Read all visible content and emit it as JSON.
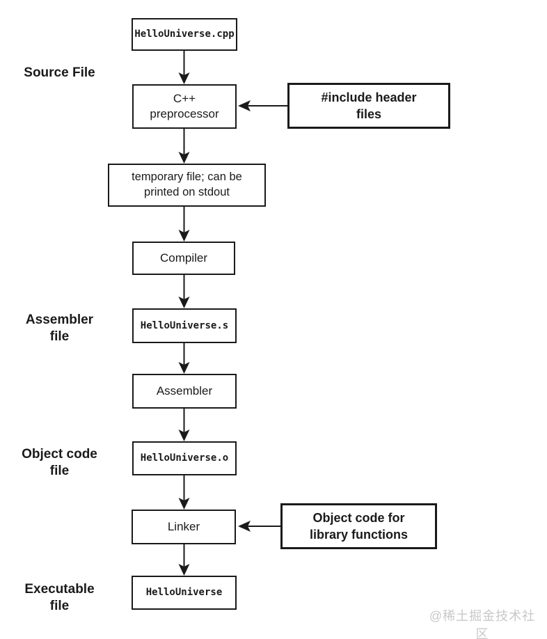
{
  "diagram": {
    "side_labels": {
      "source_file": "Source File",
      "assembler_file": "Assembler\nfile",
      "object_code_file": "Object code\nfile",
      "executable_file": "Executable\nfile"
    },
    "nodes": {
      "source": "HelloUniverse.cpp",
      "preprocessor": "C++\npreprocessor",
      "include_headers": "#include header\nfiles",
      "temp_file": "temporary file; can be\nprinted on stdout",
      "compiler": "Compiler",
      "assembly_file": "HelloUniverse.s",
      "assembler": "Assembler",
      "object_file": "HelloUniverse.o",
      "linker": "Linker",
      "library_objects": "Object code for\nlibrary functions",
      "executable": "HelloUniverse"
    },
    "watermark": "@稀土掘金技术社区",
    "colors": {
      "line": "#1a1a1a",
      "box_border": "#1a1a1a",
      "text": "#1a1a1a",
      "watermark": "#c8c8c8",
      "background": "#ffffff"
    }
  }
}
